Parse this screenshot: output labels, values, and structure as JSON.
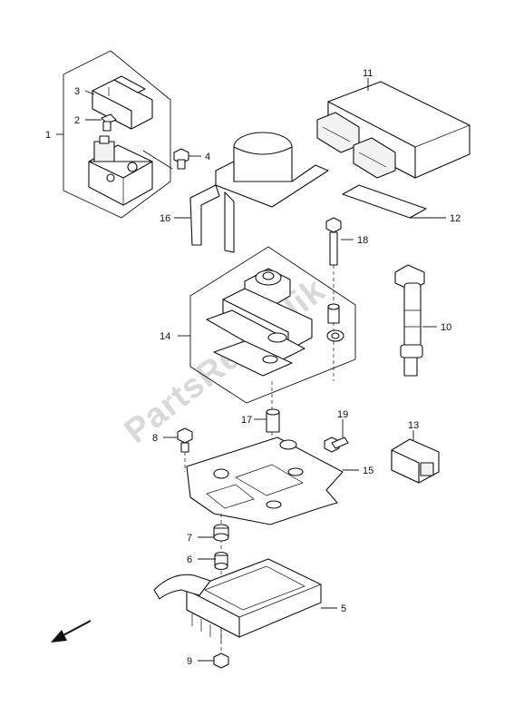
{
  "watermark": "PartsRepublik",
  "callouts": {
    "c1": "1",
    "c2": "2",
    "c3": "3",
    "c4": "4",
    "c5": "5",
    "c6": "6",
    "c7": "7",
    "c8": "8",
    "c9": "9",
    "c10": "10",
    "c11": "11",
    "c12": "12",
    "c13": "13",
    "c14": "14",
    "c15": "15",
    "c16": "16",
    "c17": "17",
    "c18": "18",
    "c19": "19"
  },
  "icons": {
    "direction": "front-direction-arrow-icon"
  }
}
